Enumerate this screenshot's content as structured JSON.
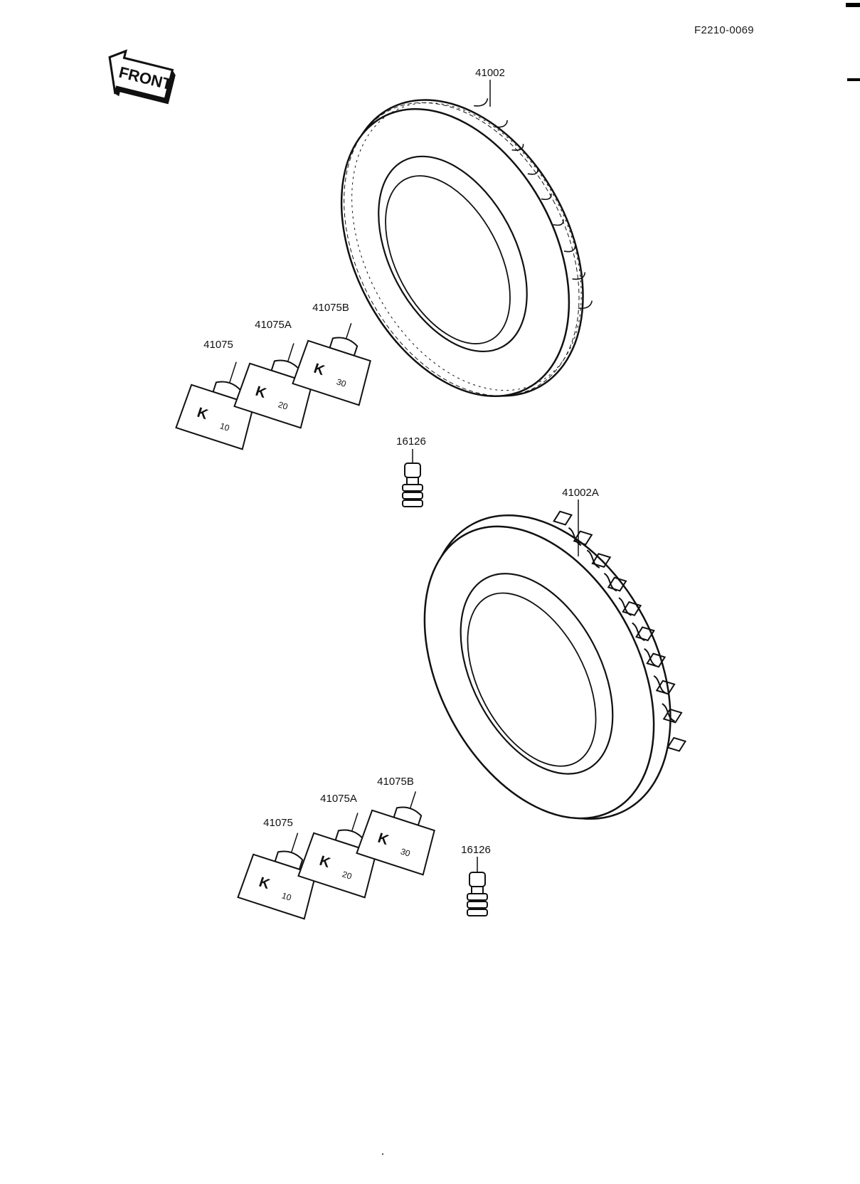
{
  "document": {
    "code": "F2210-0069"
  },
  "front_arrow": {
    "label": "FRONT"
  },
  "assemblies": [
    {
      "tire": {
        "part_number": "41002"
      },
      "valve": {
        "part_number": "16126"
      },
      "weights": [
        {
          "part_number": "41075",
          "marking": "10"
        },
        {
          "part_number": "41075A",
          "marking": "20"
        },
        {
          "part_number": "41075B",
          "marking": "30"
        }
      ]
    },
    {
      "tire": {
        "part_number": "41002A"
      },
      "valve": {
        "part_number": "16126"
      },
      "weights": [
        {
          "part_number": "41075",
          "marking": "10"
        },
        {
          "part_number": "41075A",
          "marking": "20"
        },
        {
          "part_number": "41075B",
          "marking": "30"
        }
      ]
    }
  ],
  "weight_logo_letter": "K",
  "colors": {
    "ink": "#111111",
    "paper": "#ffffff"
  }
}
